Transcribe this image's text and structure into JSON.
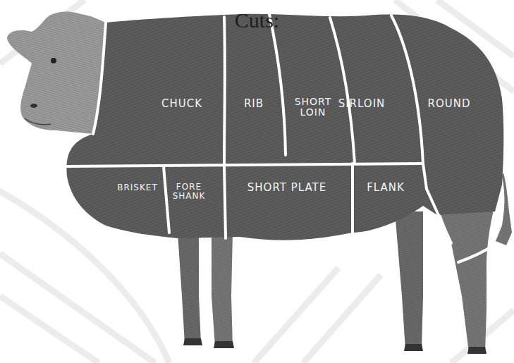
{
  "diagram": {
    "title": "Cuts:",
    "nodes": [
      {
        "text": [
          "CHUCK"
        ]
      },
      {
        "text": [
          "RIB"
        ]
      },
      {
        "text": [
          "SHORT LOIN"
        ]
      },
      {
        "text": [
          "SIRLOIN"
        ]
      },
      {
        "text": [
          "ROUND"
        ]
      },
      {
        "text": [
          "BRISKET"
        ]
      },
      {
        "text": [
          "FORE SHANK"
        ]
      },
      {
        "text": [
          "SHORT PLATE"
        ]
      },
      {
        "text": [
          "FLANK"
        ]
      }
    ]
  }
}
